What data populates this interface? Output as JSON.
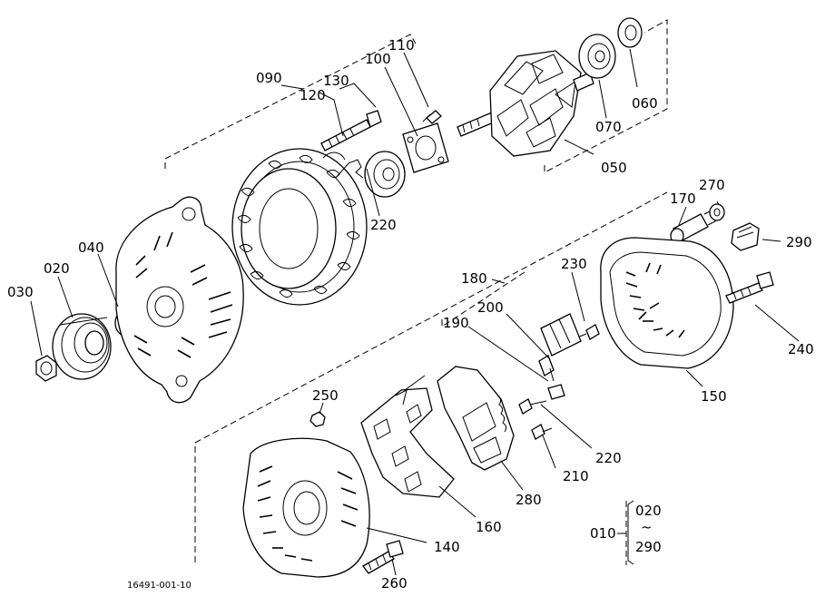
{
  "figure_code": "16491-001-10",
  "assembly": {
    "label": "010",
    "range_start": "020",
    "range_sep": "~",
    "range_end": "290"
  },
  "parts": [
    {
      "id": "p030",
      "label": "030"
    },
    {
      "id": "p020",
      "label": "020"
    },
    {
      "id": "p040",
      "label": "040"
    },
    {
      "id": "p090",
      "label": "090"
    },
    {
      "id": "p120",
      "label": "120"
    },
    {
      "id": "p130",
      "label": "130"
    },
    {
      "id": "p100",
      "label": "100"
    },
    {
      "id": "p110",
      "label": "110"
    },
    {
      "id": "p220a",
      "label": "220"
    },
    {
      "id": "p070",
      "label": "070"
    },
    {
      "id": "p060",
      "label": "060"
    },
    {
      "id": "p050",
      "label": "050"
    },
    {
      "id": "p170",
      "label": "170"
    },
    {
      "id": "p270",
      "label": "270"
    },
    {
      "id": "p290",
      "label": "290"
    },
    {
      "id": "p180",
      "label": "180"
    },
    {
      "id": "p230",
      "label": "230"
    },
    {
      "id": "p200",
      "label": "200"
    },
    {
      "id": "p190",
      "label": "190"
    },
    {
      "id": "p240",
      "label": "240"
    },
    {
      "id": "p150",
      "label": "150"
    },
    {
      "id": "p250",
      "label": "250"
    },
    {
      "id": "p220b",
      "label": "220"
    },
    {
      "id": "p210",
      "label": "210"
    },
    {
      "id": "p280",
      "label": "280"
    },
    {
      "id": "p160",
      "label": "160"
    },
    {
      "id": "p140",
      "label": "140"
    },
    {
      "id": "p260",
      "label": "260"
    }
  ]
}
